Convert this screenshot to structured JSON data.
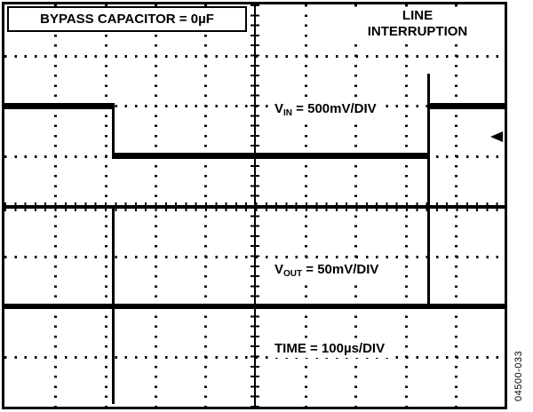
{
  "figure": {
    "bypass_box": "BYPASS CAPACITOR = 0µF",
    "title_line1": "LINE",
    "title_line2": "INTERRUPTION",
    "vin": {
      "sym": "V",
      "sub": "IN",
      "eq": " = 500mV/DIV"
    },
    "vout": {
      "sym": "V",
      "sub": "OUT",
      "eq": " = 50mV/DIV"
    },
    "time_label": "TIME = 100µs/DIV",
    "figure_code": "04500-033",
    "colors": {
      "trace": "#000000",
      "background": "#ffffff",
      "grid": "#000000"
    }
  },
  "chart_data": {
    "type": "line",
    "title": "LINE INTERRUPTION — BYPASS CAPACITOR = 0µF",
    "x_axis": {
      "label": "TIME",
      "scale_per_div": "100µs",
      "divisions": 10
    },
    "y_axis": {
      "divisions": 8,
      "grid": "dotted graticule with ticked center lines"
    },
    "series": [
      {
        "name": "VIN",
        "scale_per_div": "500mV",
        "x_div": [
          0,
          2.15,
          2.15,
          8.45,
          8.45,
          8.5,
          10
        ],
        "y_div_above_center": [
          1.95,
          1.95,
          0.95,
          0.95,
          2.6,
          1.95,
          1.95
        ],
        "description": "Input sits ~2 divisions above center, steps down 1 division (500mV) at t≈2.15 div (line interruption), recovers at t≈8.45 div with a brief overshoot spike to ~2.6 div"
      },
      {
        "name": "VOUT",
        "scale_per_div": "50mV",
        "baseline_y_div_above_center": -2,
        "transients": [
          {
            "x_div": 2.15,
            "direction": "down",
            "peak": "clipped toward bottom of screen"
          },
          {
            "x_div": 8.45,
            "direction": "up",
            "peak": "clipped, extends ~2 divisions above baseline"
          }
        ],
        "description": "Output flat 2 divisions below center with large transient spikes at interruption and recovery (no bypass capacitor)"
      }
    ],
    "legend_position": "in-plot text labels",
    "annotations": [
      "VIN = 500mV/DIV",
      "VOUT = 50mV/DIV",
      "TIME = 100µs/DIV",
      "BYPASS CAPACITOR = 0µF",
      "LINE INTERRUPTION"
    ]
  }
}
